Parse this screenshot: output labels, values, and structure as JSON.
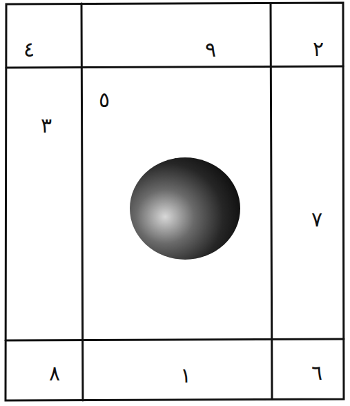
{
  "diagram": {
    "nodes": [
      {
        "text": [
          "٤"
        ]
      },
      {
        "text": [
          "٩"
        ]
      },
      {
        "text": [
          "٢"
        ]
      },
      {
        "text": [
          "٣"
        ]
      },
      {
        "text": [
          "٥"
        ]
      },
      {
        "text": [
          "٧"
        ]
      },
      {
        "text": [
          "٨"
        ]
      },
      {
        "text": [
          "١"
        ]
      },
      {
        "text": [
          "٦"
        ]
      }
    ]
  }
}
